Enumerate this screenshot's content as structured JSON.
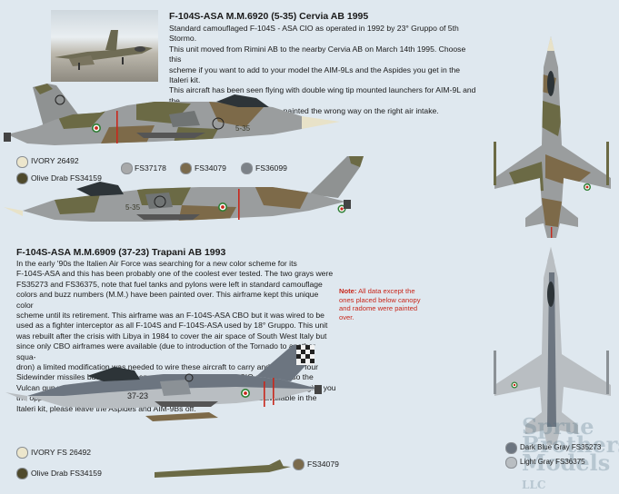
{
  "section1": {
    "title": "F-104S-ASA M.M.6920 (5-35) Cervia AB 1995",
    "lines": [
      "Standard camouflaged F-104S - ASA CIO as operated in 1992 by 23° Gruppo of 5th Stormo.",
      "This unit moved from Rimini AB to the nearby Cervia AB on March 14th 1995.  Choose this",
      "scheme if you want to add to your model the AIM-9Ls and the Aspides you get in the Italeri kit.",
      "This aircraft has been seen flying with double wing tip mounted launchers for AIM-9L and the",
      "squadron emblem that has been painted the wrong way on the right air intake."
    ],
    "side_code_upper": "5-35",
    "side_code_lower": "5-35"
  },
  "palette1": [
    {
      "label": "IVORY 26492",
      "color": "#ece6cc"
    },
    {
      "label": "FS37178",
      "color": "#a8a9aa"
    },
    {
      "label": "FS34079",
      "color": "#7a6a4c"
    },
    {
      "label": "FS36099",
      "color": "#7c8288"
    },
    {
      "label": "Olive Drab FS34159",
      "color": "#4f4a2c"
    }
  ],
  "section2": {
    "title": "F-104S-ASA M.M.6909 (37-23)  Trapani AB 1993",
    "lines": [
      "In the early '90s the Italien Air Force was searching for a new color scheme for its",
      "F-104S-ASA and this has been probably one of the coolest ever tested. The two grays were",
      "FS35273 and FS36375, note that fuel tanks and pylons were left in standard camouflage",
      "colors and buzz numbers (M.M.) have been painted over. This airframe kept this unique color",
      "scheme until its retirement. This airframe was an F-104S-ASA CBO but it was wired to be",
      "used as a fighter interceptor as all F-104S and F-104S-ASA used by 18° Gruppo. This unit",
      "was rebuilt after the crisis with Libya in 1984 to cover the air space of South West Italy but",
      "since only CBO airframes were available (due to introduction of the Tornado to another squa-",
      "dron) a limited modification was needed to wire these aircraft to carry and fire up to four",
      "Sidewinder missiles but it was chosen not to convert them to full CIO standards so the",
      "Vulcan gun was kept as well as the center-line pylon. We are adding this scheme to give you",
      "the opportunity to use at the same time both the Vulcan and the AIM-9L available in the",
      "Italeri kit, please leave the Aspides and AIM-9Bs off."
    ],
    "side_code": "37-23"
  },
  "note": {
    "label": "Note:",
    "lines": [
      " All data except the",
      "ones placed below canopy",
      "and radome were painted",
      "over."
    ]
  },
  "palette2": [
    {
      "label": "IVORY FS 26492",
      "color": "#ece6cc"
    },
    {
      "label": "Olive Drab FS34159",
      "color": "#4f4a2c"
    },
    {
      "label": "FS34079",
      "color": "#7a6a4c"
    },
    {
      "label": "Dark Blue Gray FS35273",
      "color": "#6c7580"
    },
    {
      "label": "Light Gray FS36375",
      "color": "#b9bec2"
    }
  ],
  "watermark": [
    "Sprue",
    "Brothers",
    "Models",
    "LLC"
  ],
  "colors": {
    "background": "#dfe8ef",
    "camo_gray": "#9a9d9e",
    "camo_green": "#6b6a45",
    "camo_brown": "#7d6a49",
    "dark_gray": "#6c7580",
    "light_gray": "#b9bec2",
    "roundel_red": "#c8281c",
    "roundel_green": "#2e7d32",
    "note_red": "#c8281c"
  }
}
